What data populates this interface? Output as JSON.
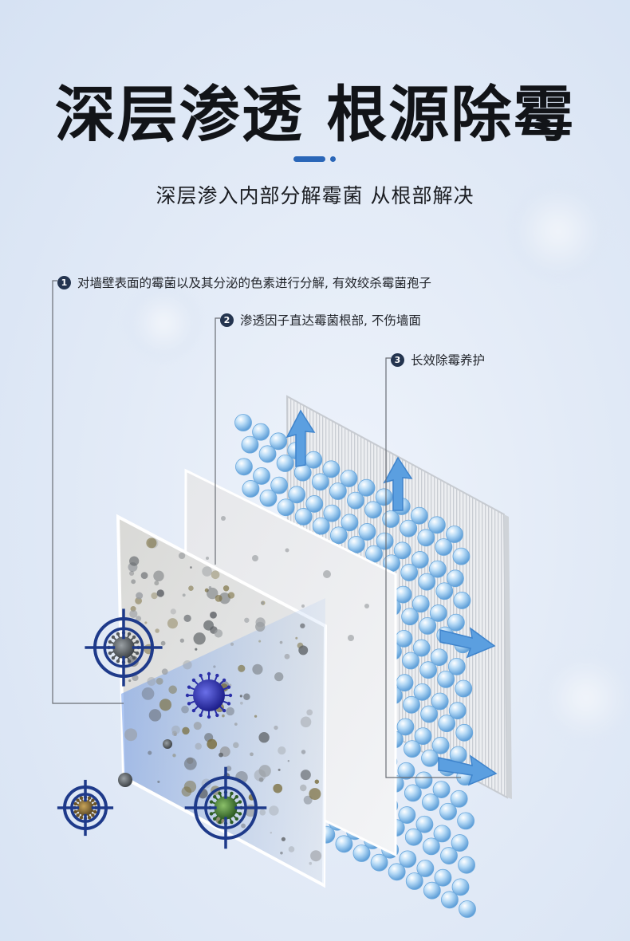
{
  "title": "深层渗透 根源除霉",
  "subtitle": "深层渗入内部分解霉菌 从根部解决",
  "notes": [
    {
      "num": "1",
      "text": "对墙壁表面的霉菌以及其分泌的色素进行分解, 有效绞杀霉菌孢子"
    },
    {
      "num": "2",
      "text": "渗透因子直达霉菌根部, 不伤墙面"
    },
    {
      "num": "3",
      "text": "长效除霉养护"
    }
  ],
  "colors": {
    "accent": "#2a66b8",
    "target": "#1e3a8a",
    "arrow": "#5b9fe0",
    "bubble": "#8fc3ef"
  }
}
